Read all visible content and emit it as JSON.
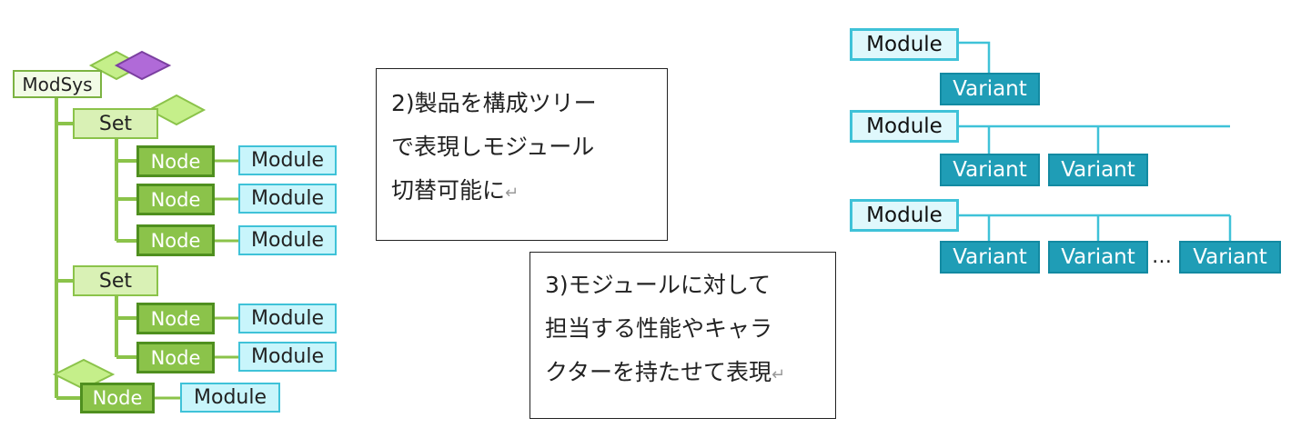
{
  "tree": {
    "root": "ModSys",
    "set1": "Set",
    "set2": "Set",
    "node": "Node",
    "module": "Module"
  },
  "textbox1": {
    "lines": [
      "2)製品を構成ツリー",
      "で表現しモジュール",
      "切替可能に"
    ],
    "return_mark": "↵"
  },
  "textbox2": {
    "lines": [
      "3)モジュールに対して",
      "担当する性能やキャラ",
      "クターを持たせて表現"
    ],
    "return_mark": "↵"
  },
  "variants": {
    "module": "Module",
    "variant": "Variant",
    "ellipsis": "…"
  },
  "colors": {
    "tree_line": "#8bc34a",
    "node_fill": "#8bc34a",
    "module_fill": "#c8f5fb",
    "variant_fill": "#1f9db6",
    "variant_line": "#3fc2d8",
    "diamond_green": "#c5ef8a",
    "diamond_purple": "#b06ad8"
  }
}
